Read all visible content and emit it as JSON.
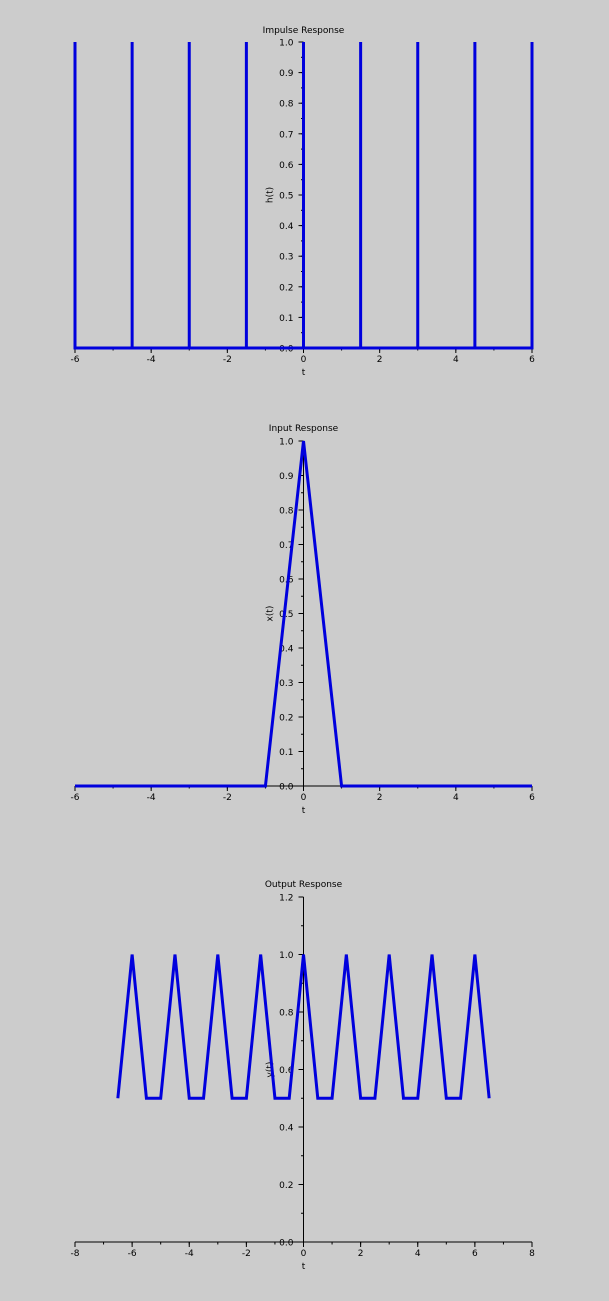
{
  "chart_data": [
    {
      "type": "line",
      "title": "Impulse Response",
      "xlabel": "t",
      "ylabel": "h(t)",
      "xlim": [
        -6,
        6
      ],
      "ylim": [
        0,
        1
      ],
      "xticks": [
        -6,
        -4,
        -2,
        0,
        2,
        4,
        6
      ],
      "xtick_labels": [
        "-6",
        "-4",
        "-2",
        "0",
        "2",
        "4",
        "6"
      ],
      "xminor": 1,
      "yticks": [
        0,
        0.1,
        0.2,
        0.3,
        0.4,
        0.5,
        0.6,
        0.7,
        0.8,
        0.9,
        1.0
      ],
      "ytick_labels": [
        "0.0",
        "0.1",
        "0.2",
        "0.3",
        "0.4",
        "0.5",
        "0.6",
        "0.7",
        "0.8",
        "0.9",
        "1.0"
      ],
      "yminor": 0.05,
      "color": "#0000dd",
      "series": [
        {
          "x": [
            -6,
            -6,
            -6,
            -4.5,
            -4.5,
            -4.5,
            -3,
            -3,
            -3,
            -1.5,
            -1.5,
            -1.5,
            0,
            0,
            0,
            1.5,
            1.5,
            1.5,
            3,
            3,
            3,
            4.5,
            4.5,
            4.5,
            6,
            6,
            6
          ],
          "y": [
            0,
            1,
            0,
            0,
            1,
            0,
            0,
            1,
            0,
            0,
            1,
            0,
            0,
            1,
            0,
            0,
            1,
            0,
            0,
            1,
            0,
            0,
            1,
            0,
            0,
            1,
            0
          ]
        }
      ]
    },
    {
      "type": "line",
      "title": "Input Response",
      "xlabel": "t",
      "ylabel": "x(t)",
      "xlim": [
        -6,
        6
      ],
      "ylim": [
        0,
        1
      ],
      "xticks": [
        -6,
        -4,
        -2,
        0,
        2,
        4,
        6
      ],
      "xtick_labels": [
        "-6",
        "-4",
        "-2",
        "0",
        "2",
        "4",
        "6"
      ],
      "xminor": 1,
      "yticks": [
        0,
        0.1,
        0.2,
        0.3,
        0.4,
        0.5,
        0.6,
        0.7,
        0.8,
        0.9,
        1.0
      ],
      "ytick_labels": [
        "0.0",
        "0.1",
        "0.2",
        "0.3",
        "0.4",
        "0.5",
        "0.6",
        "0.7",
        "0.8",
        "0.9",
        "1.0"
      ],
      "yminor": 0.05,
      "color": "#0000dd",
      "series": [
        {
          "x": [
            -6,
            -1,
            0,
            1,
            6
          ],
          "y": [
            0,
            0,
            1,
            0,
            0
          ]
        }
      ]
    },
    {
      "type": "line",
      "title": "Output Response",
      "xlabel": "t",
      "ylabel": "y(t)",
      "xlim": [
        -8,
        8
      ],
      "ylim": [
        0,
        1.2
      ],
      "xticks": [
        -8,
        -6,
        -4,
        -2,
        0,
        2,
        4,
        6,
        8
      ],
      "xtick_labels": [
        "-8",
        "-6",
        "-4",
        "-2",
        "0",
        "2",
        "4",
        "6",
        "8"
      ],
      "xminor": 1,
      "yticks": [
        0,
        0.2,
        0.4,
        0.6,
        0.8,
        1.0,
        1.2
      ],
      "ytick_labels": [
        "0.0",
        "0.2",
        "0.4",
        "0.6",
        "0.8",
        "1.0",
        "1.2"
      ],
      "yminor": 0.1,
      "color": "#0000dd",
      "series": [
        {
          "x": [
            -6.5,
            -6,
            -5.5,
            -5,
            -4.5,
            -4,
            -3.5,
            -3,
            -2.5,
            -2,
            -1.5,
            -1,
            -0.5,
            0,
            0.5,
            1,
            1.5,
            2,
            2.5,
            3,
            3.5,
            4,
            4.5,
            5,
            5.5,
            6,
            6.5
          ],
          "y": [
            0.5,
            1,
            0.5,
            0.5,
            1,
            0.5,
            0.5,
            1,
            0.5,
            0.5,
            1,
            0.5,
            0.5,
            1,
            0.5,
            0.5,
            1,
            0.5,
            0.5,
            1,
            0.5,
            0.5,
            1,
            0.5,
            0.5,
            1,
            0.5
          ]
        }
      ]
    }
  ]
}
